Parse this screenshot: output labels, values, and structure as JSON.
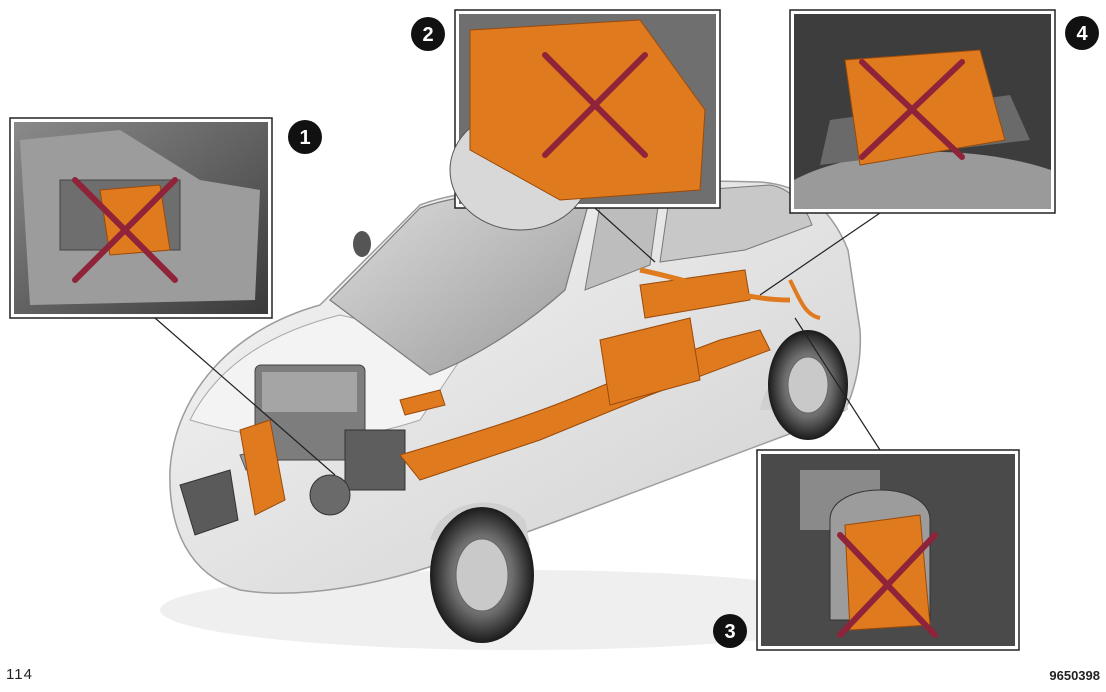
{
  "page_number": "114",
  "figure_id": "9650398",
  "callouts": [
    {
      "number": "1"
    },
    {
      "number": "2"
    },
    {
      "number": "3"
    },
    {
      "number": "4"
    }
  ],
  "colors": {
    "high_voltage_orange": "#e07a1f",
    "cross_mark": "#8f2339",
    "badge": "#111111",
    "car_body": "#e9e9e9"
  },
  "icons": [
    "cross-mark-icon",
    "number-badge-icon"
  ]
}
